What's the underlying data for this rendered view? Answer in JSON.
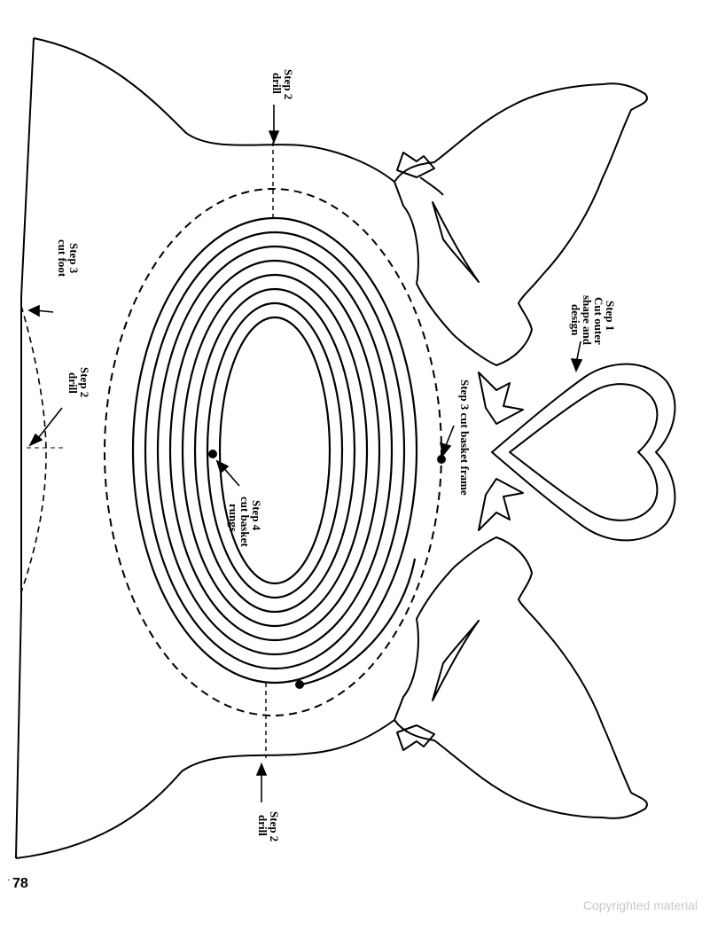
{
  "labels": {
    "step1": [
      "Step 1",
      "Cut outer",
      "shape and",
      "design"
    ],
    "step2_top": [
      "Step 2",
      "drill"
    ],
    "step2_bottom": [
      "Step 2",
      "drill"
    ],
    "step2_foot": [
      "Step 2",
      "drill"
    ],
    "step3_foot": [
      "Step 3",
      "cut foot"
    ],
    "step3_frame": "Step 3 cut basket frame",
    "step4": [
      "Step 4",
      "cut basket",
      "rungs"
    ]
  },
  "page_number": "78",
  "watermark": "Copyrighted material",
  "colors": {
    "ink": "#000000",
    "watermark": "#c8c8c8",
    "paper": "#ffffff"
  }
}
